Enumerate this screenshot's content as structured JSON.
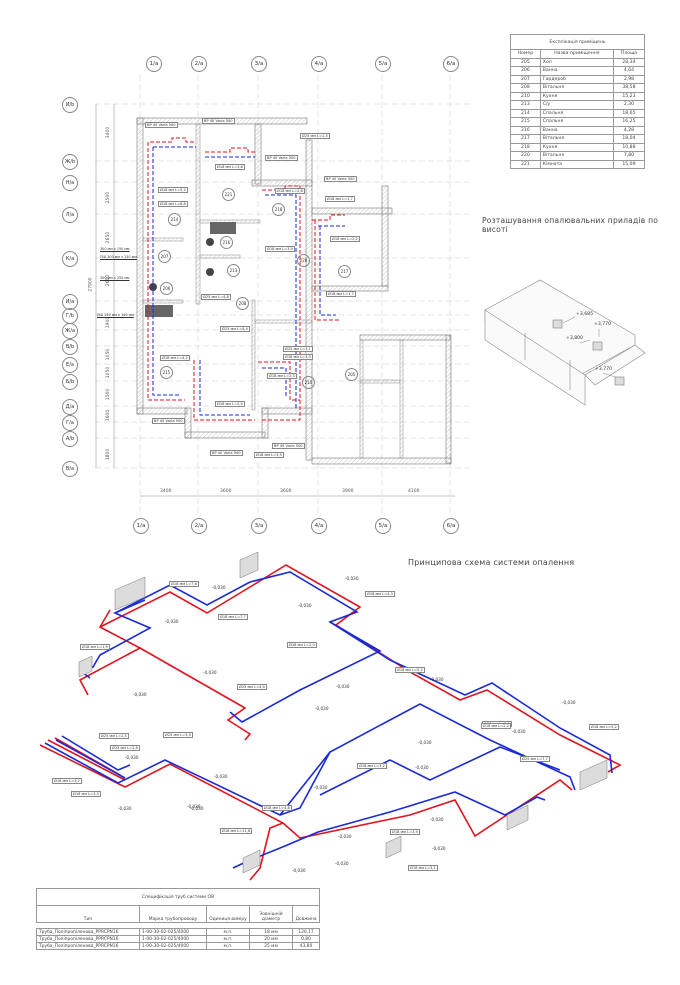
{
  "floor_plan": {
    "axes_top": [
      "1/a",
      "2/a",
      "3/a",
      "4/a",
      "5/a",
      "6/a"
    ],
    "axes_bottom": [
      "1/a",
      "2/a",
      "3/a",
      "4/a",
      "5/a",
      "6/a"
    ],
    "axes_left": [
      "И/b",
      "Ж/b",
      "Н/a",
      "Л/a",
      "К/a",
      "И/a",
      "Г/b",
      "Ж/a",
      "В/b",
      "Е/a",
      "Б/b",
      "Д/a",
      "Г/a",
      "А/b",
      "В/a"
    ],
    "dims_horizontal": [
      "3400",
      "3600",
      "3600",
      "3900",
      "4100"
    ],
    "dims_vertical": [
      "3400",
      "450",
      "2500",
      "2650",
      "2600",
      "150",
      "1900",
      "300",
      "1050",
      "1050",
      "1500",
      "1600",
      "450",
      "1800"
    ],
    "dim_total": "27900",
    "rooms": [
      "214",
      "221",
      "218",
      "216",
      "220",
      "217",
      "207",
      "213",
      "206",
      "208",
      "215",
      "210",
      "205"
    ],
    "pipe_labels": [
      "Ø18 мм L=5,2",
      "Ø18 мм L=6,8",
      "Ø18 мм L=3,8",
      "Ø18 мм L=2,8",
      "Ø18 мм L=3,9",
      "Ø18 мм L=1,7",
      "Ø18 мм L=2,2",
      "Ø25 мм L=1,5",
      "Ø18 мм L=1,7",
      "Ø25 мм L=4,8",
      "Ø25 мм L=4,4",
      "Ø18 мм L=4,2",
      "Ø18 мм L=5,4",
      "Ø25 мм L=3,1",
      "Ø18 мм L=3,3",
      "Ø18 мм L=2,3",
      "Ø18 мм L=3,5"
    ],
    "radiator_labels": [
      "ВР 40 Varia 500",
      "ВР 40 Varia 500",
      "ВР 40 Varia 500",
      "ВР 40 Varia 500",
      "ВР 40 Varia 500",
      "ВР 40 Varia 500"
    ],
    "opening_labels": [
      "300 мм x 150 мм",
      "ПШ 300 мм x 150 мм",
      "300 мм x 250 мм",
      "ПШ 250 мм x 150 мм"
    ]
  },
  "explication": {
    "caption": "Експлікація приміщень",
    "headers": [
      "Номер",
      "Назва приміщення",
      "Площа"
    ],
    "rows": [
      [
        "205",
        "Хол",
        "28,34"
      ],
      [
        "206",
        "Ванна",
        "4,64"
      ],
      [
        "207",
        "Гардероб",
        "2,98"
      ],
      [
        "208",
        "Вітальня",
        "38,58"
      ],
      [
        "210",
        "Кухня",
        "15,23"
      ],
      [
        "213",
        "С/у",
        "2,30"
      ],
      [
        "214",
        "Спальня",
        "18,65"
      ],
      [
        "215",
        "Спальня",
        "16,25"
      ],
      [
        "216",
        "Ванна",
        "4,28"
      ],
      [
        "217",
        "Вітальня",
        "18,04"
      ],
      [
        "218",
        "Кухня",
        "10,88"
      ],
      [
        "220",
        "Вітальня",
        "7,80"
      ],
      [
        "221",
        "Кімната",
        "15,09"
      ]
    ]
  },
  "height_view": {
    "title": "Розташування опалювальних приладів по висоті",
    "marks": [
      "+3,685",
      "+3,770",
      "+3,800",
      "+3,770"
    ]
  },
  "scheme": {
    "title": "Принципова схема системи опалення",
    "colors": {
      "supply": "#e0141e",
      "return": "#1a2ad6"
    },
    "elevation_mark": "-0,030",
    "labels": [
      "Ø18 мм L=7,6",
      "Ø18 мм L=7,7",
      "Ø18 мм L=1,9",
      "Ø18 мм L=4,3",
      "Ø18 мм L=2,0",
      "Ø25 мм L=4,4",
      "Ø18 мм L=5,2",
      "Ø18 мм L=3,5",
      "Ø25 мм L=2,5",
      "Ø25 мм L=2,8",
      "Ø25 мм L=3,5",
      "Ø18 мм L=3,2",
      "Ø18 мм L=3,3",
      "Ø18 мм L=4,8",
      "Ø18 мм L=11,6",
      "Ø18 мм L=3,2",
      "Ø18 мм L=5,2",
      "Ø18 мм L=2,2",
      "Ø25 мм L=7,7",
      "Ø18 мм L=3,9",
      "Ø18 мм L=3,1"
    ]
  },
  "spec": {
    "caption": "Специфікація труб системи ОВ",
    "headers": [
      "Тип",
      "Марка трубопроводу",
      "Одиниця виміру",
      "Зовнішній діаметр",
      "Довжина"
    ],
    "rows": [
      [
        "Труба_Поліпропіленова_PPRCPN16",
        "1-00-30-02-025/4000",
        "м.п.",
        "18 мм",
        "120,17"
      ],
      [
        "Труба_Поліпропіленова_PPRCPN16",
        "1-00-30-02-025/4000",
        "м.п.",
        "20 мм",
        "0,80"
      ],
      [
        "Труба_Поліпропіленова_PPRCPN16",
        "1-00-30-02-025/4000",
        "м.п.",
        "25 мм",
        "43,80"
      ]
    ]
  }
}
